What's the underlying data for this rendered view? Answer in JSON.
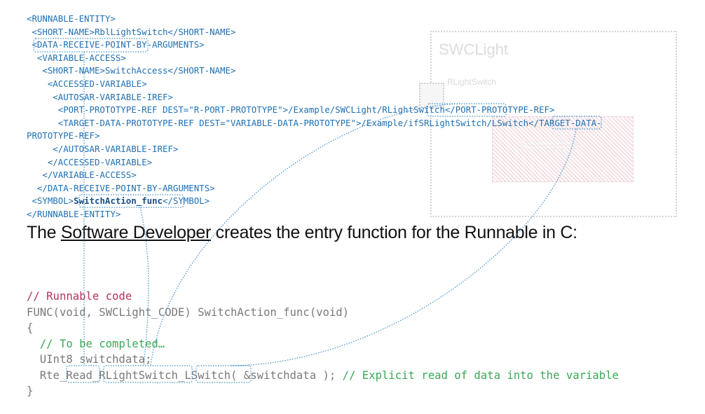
{
  "xml": {
    "l1": "<RUNNABLE-ENTITY>",
    "l2": " <SHORT-NAME>RblLightSwitch</SHORT-NAME>",
    "l3": " <DATA-RECEIVE-POINT-BY-ARGUMENTS>",
    "l4": "  <VARIABLE-ACCESS>",
    "l5": "   <SHORT-NAME>SwitchAccess</SHORT-NAME>",
    "l6": "    <ACCESSED-VARIABLE>",
    "l7": "     <AUTOSAR-VARIABLE-IREF>",
    "l8": "      <PORT-PROTOTYPE-REF DEST=\"R-PORT-PROTOTYPE\">/Example/SWCLight/RLightSwitch</PORT-PROTOTYPE-REF>",
    "l9": "      <TARGET-DATA-PROTOTYPE-REF DEST=\"VARIABLE-DATA-PROTOTYPE\">/Example/ifSRLightSwitch/LSwitch</TARGET-DATA-",
    "l10": "PROTOTYPE-REF>",
    "l11": "     </AUTOSAR-VARIABLE-IREF>",
    "l12": "    </ACCESSED-VARIABLE>",
    "l13": "   </VARIABLE-ACCESS>",
    "l14": "  </DATA-RECEIVE-POINT-BY-ARGUMENTS>",
    "l15_a": " <SYMBOL>",
    "l15_b": "SwitchAction_func",
    "l15_c": "</SYMBOL>",
    "l16": "</RUNNABLE-ENTITY>"
  },
  "prose": {
    "pre": "The ",
    "link": "Software Developer",
    "post": " creates the entry function for the Runnable in C:"
  },
  "code": {
    "c1": "// Runnable code",
    "c2": "FUNC(void, SWCLight_CODE) SwitchAction_func(void)",
    "c3": "{",
    "c4": "  // To be completed…",
    "c5": "  UInt8 switchdata;",
    "c6_a": "  Rte_Read_RLightSwitch_LSwitch( &switchdata ); ",
    "c6_b": "// Explicit read of data into the variable",
    "c7": "}"
  },
  "diagram": {
    "title": "SWCLight",
    "port_label": "RLightSwitch",
    "runnable_label": "Runnable"
  },
  "colors": {
    "xml_text": "#1f6fb3",
    "comment_red": "#b5335a",
    "comment_green": "#3aa757",
    "code_gray": "#7a7a7a",
    "connector": "#3a8fc8"
  }
}
